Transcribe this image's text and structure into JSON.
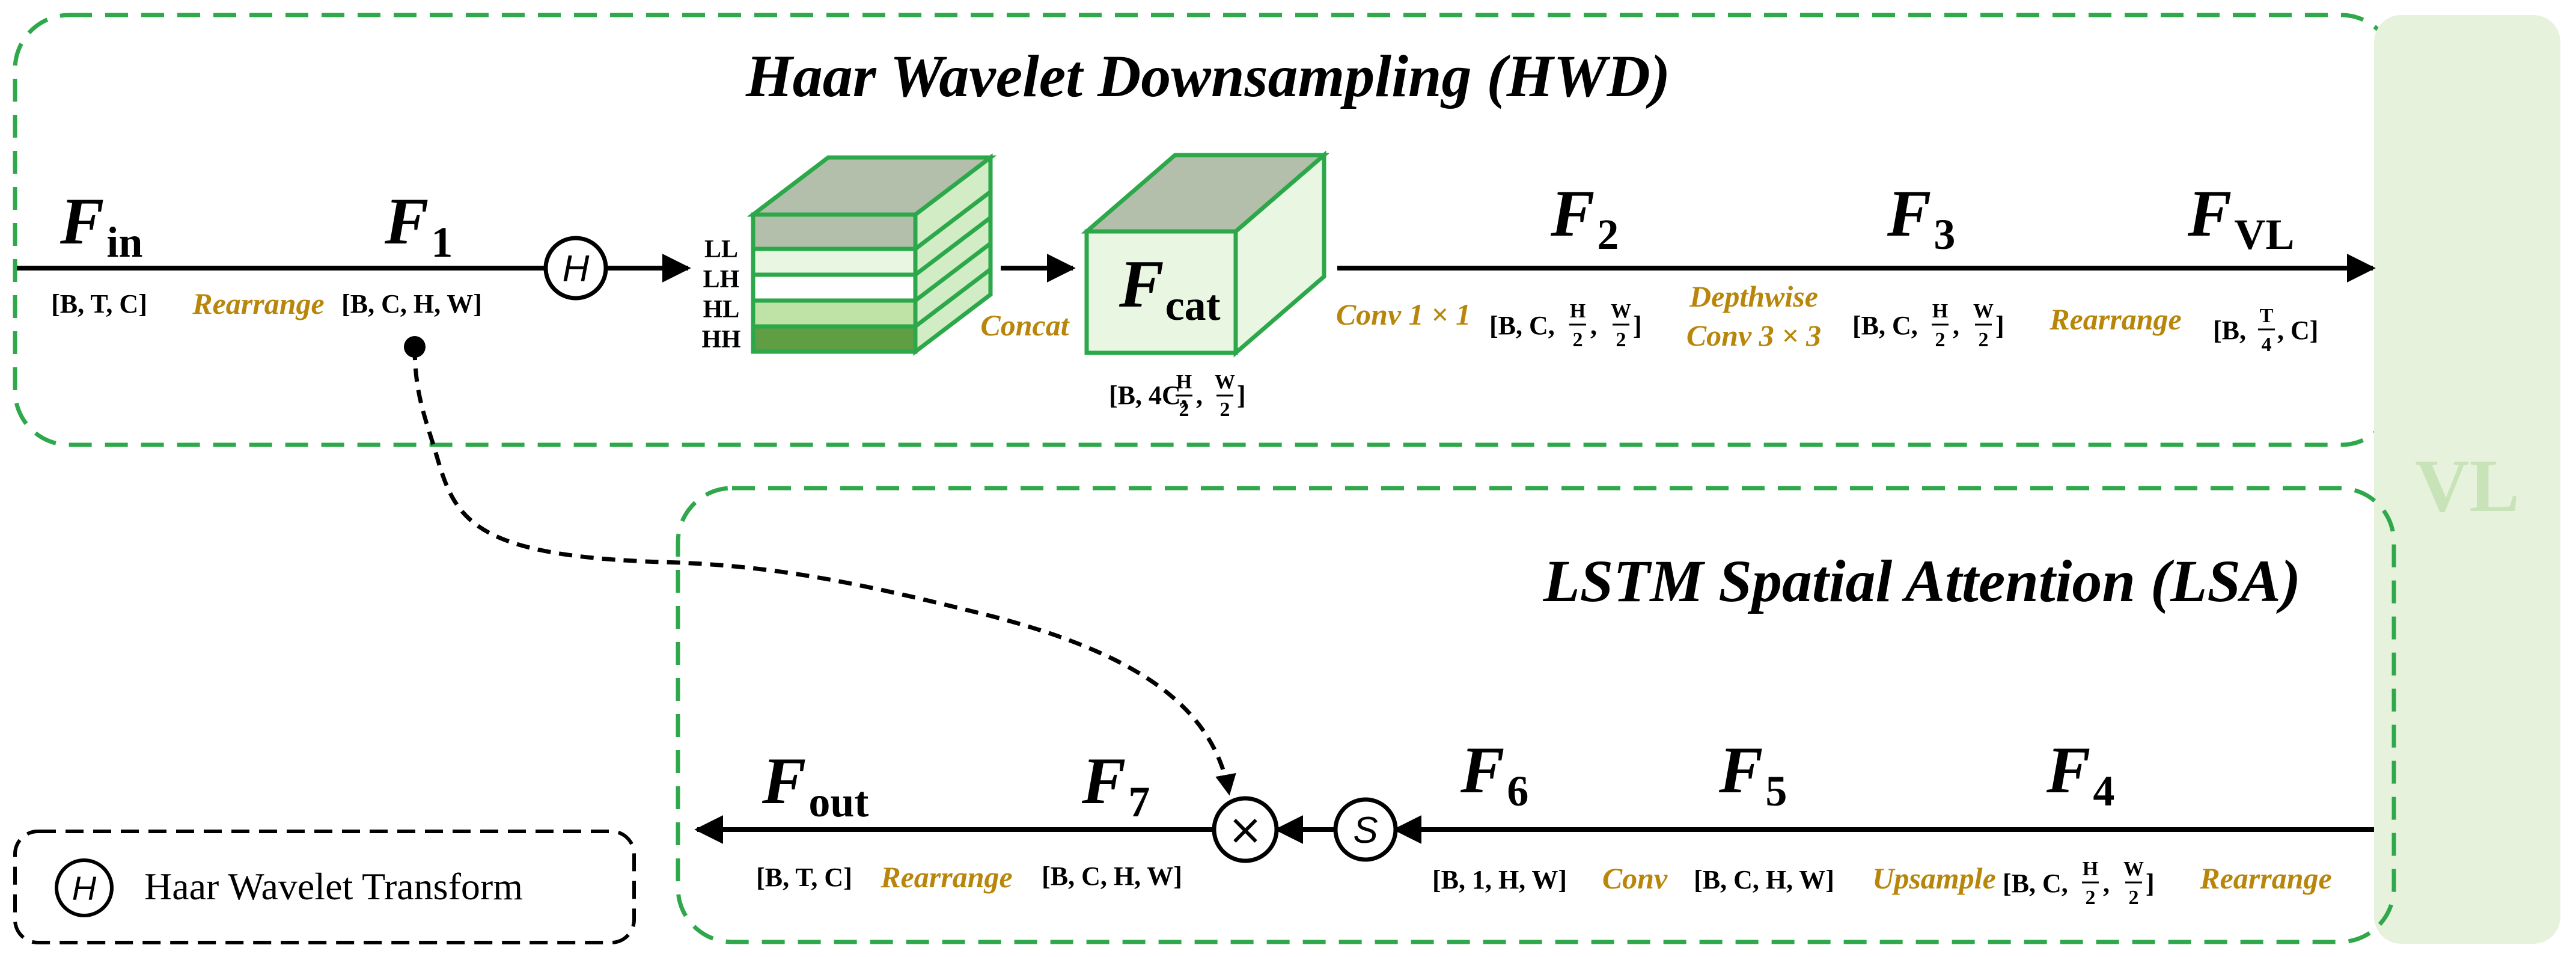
{
  "hwd": {
    "title": "Haar Wavelet Downsampling (HWD)",
    "f_in": {
      "main": "F",
      "sub": "in",
      "shape": "[B, T, C]"
    },
    "rearrange1": "Rearrange",
    "f1": {
      "main": "F",
      "sub": "1",
      "shape": "[B, C, H, W]"
    },
    "haar_symbol": "H",
    "bands": [
      "LL",
      "LH",
      "HL",
      "HH"
    ],
    "concat": "Concat",
    "f_cat": {
      "main": "F",
      "sub": "cat",
      "shape_prefix": "[B, 4C,",
      "num1": "H",
      "den1": "2",
      "num2": "W",
      "den2": "2",
      "close": "]"
    },
    "conv1": "Conv 1 × 1",
    "f2": {
      "main": "F",
      "sub": "2",
      "shape_prefix": "[B, C,",
      "num1": "H",
      "den1": "2",
      "num2": "W",
      "den2": "2",
      "close": "]"
    },
    "depthwise1": "Depthwise",
    "depthwise2": "Conv 3 × 3",
    "f3": {
      "main": "F",
      "sub": "3",
      "shape_prefix": "[B, C,",
      "num1": "H",
      "den1": "2",
      "num2": "W",
      "den2": "2",
      "close": "]"
    },
    "rearrange2": "Rearrange",
    "f_vl": {
      "main": "F",
      "sub": "VL",
      "shape_prefix": "[B,",
      "num1": "T",
      "den1": "4",
      "shape_suffix": ", C]"
    }
  },
  "vl": {
    "label": "VL"
  },
  "lsa": {
    "title": "LSTM Spatial Attention (LSA)",
    "f_out": {
      "main": "F",
      "sub": "out",
      "shape": "[B, T, C]"
    },
    "rearrange_out": "Rearrange",
    "f7": {
      "main": "F",
      "sub": "7",
      "shape": "[B, C, H, W]"
    },
    "mult_symbol": "×",
    "sigmoid_symbol": "S",
    "f6": {
      "main": "F",
      "sub": "6",
      "shape": "[B, 1, H, W]"
    },
    "conv": "Conv",
    "f5": {
      "main": "F",
      "sub": "5",
      "shape": "[B, C, H, W]"
    },
    "upsample": "Upsample",
    "f4": {
      "main": "F",
      "sub": "4",
      "shape_prefix": "[B, C,",
      "num1": "H",
      "den1": "2",
      "num2": "W",
      "den2": "2",
      "close": "]"
    },
    "rearrange_in": "Rearrange"
  },
  "legend": {
    "symbol": "H",
    "label": "Haar Wavelet Transform"
  },
  "colors": {
    "green_dash": "#2ea84a",
    "gold": "#b8860b",
    "vl_fill": "#e6f2dc",
    "vl_text": "#c9e3b8",
    "cube_top": "#b3bfaa",
    "cube_front": "#e9f6e2",
    "cube_side": "#d2ecc5",
    "cube_edge": "#2ca84a"
  }
}
